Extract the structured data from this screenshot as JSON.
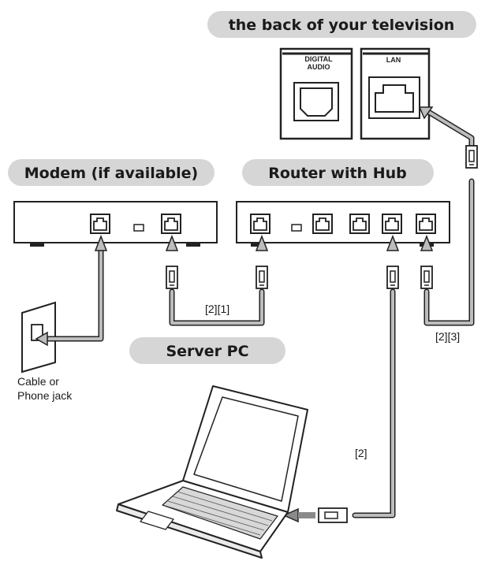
{
  "labels": {
    "tv_back": "the back of your television",
    "modem": "Modem (if available)",
    "router": "Router with Hub",
    "server_pc": "Server PC",
    "jack_line1": "Cable or",
    "jack_line2": "Phone jack",
    "port_digital_audio_1": "DIGITAL",
    "port_digital_audio_2": "AUDIO",
    "port_lan": "LAN",
    "cable_modem_router": "[2][1]",
    "cable_router_tv": "[2][3]",
    "cable_router_pc": "[2]"
  }
}
